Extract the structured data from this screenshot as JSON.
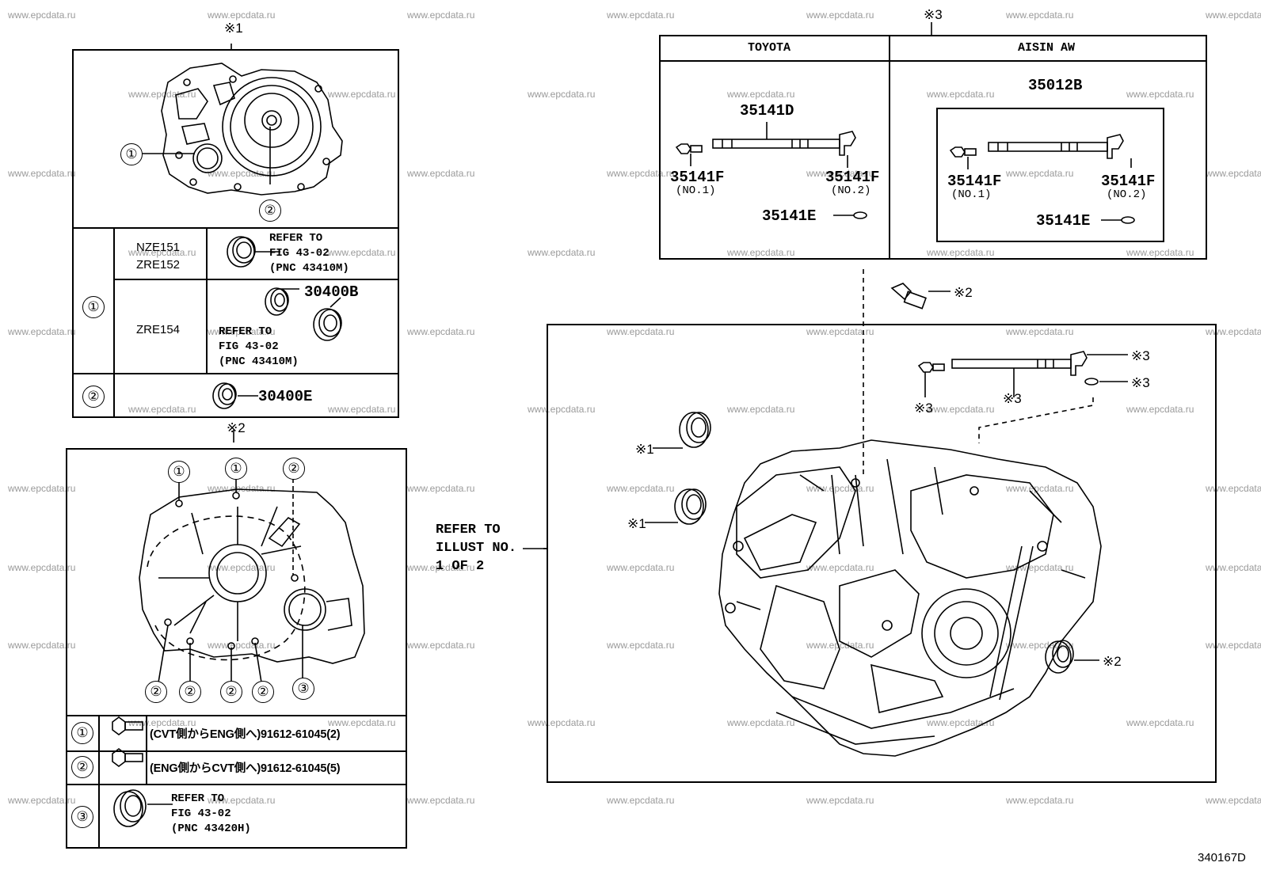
{
  "watermark": "www.epcdata.ru",
  "figure_id": "340167D",
  "marks": {
    "m1": "※1",
    "m2": "※2",
    "m3": "※3"
  },
  "circled": {
    "c1": "①",
    "c2": "②",
    "c3": "③"
  },
  "panel1": {
    "rows": [
      {
        "models": [
          "NZE151",
          "ZRE152"
        ],
        "refer": "REFER TO\nFIG 43-02\n(PNC 43410M)"
      },
      {
        "models": [
          "ZRE154"
        ],
        "part": "30400B",
        "refer": "REFER TO\nFIG 43-02\n(PNC 43410M)"
      },
      {
        "part": "30400E"
      }
    ]
  },
  "panel2": {
    "rows": [
      {
        "text": "(CVT側からENG側へ)91612-61045(2)"
      },
      {
        "text": "(ENG側からCVT側へ)91612-61045(5)"
      },
      {
        "refer": "REFER TO\nFIG 43-02\n(PNC 43420H)"
      }
    ]
  },
  "panel3": {
    "left": {
      "header": "TOYOTA",
      "assy": "35141D",
      "f1": "35141F",
      "f1_sub": "(NO.1)",
      "f2": "35141F",
      "f2_sub": "(NO.2)",
      "e": "35141E"
    },
    "right": {
      "header": "AISIN AW",
      "assy_set": "35012B",
      "f1": "35141F",
      "f1_sub": "(NO.1)",
      "f2": "35141F",
      "f2_sub": "(NO.2)",
      "e": "35141E"
    }
  },
  "main": {
    "refer": "REFER TO\nILLUST NO.\n1 OF 2"
  }
}
